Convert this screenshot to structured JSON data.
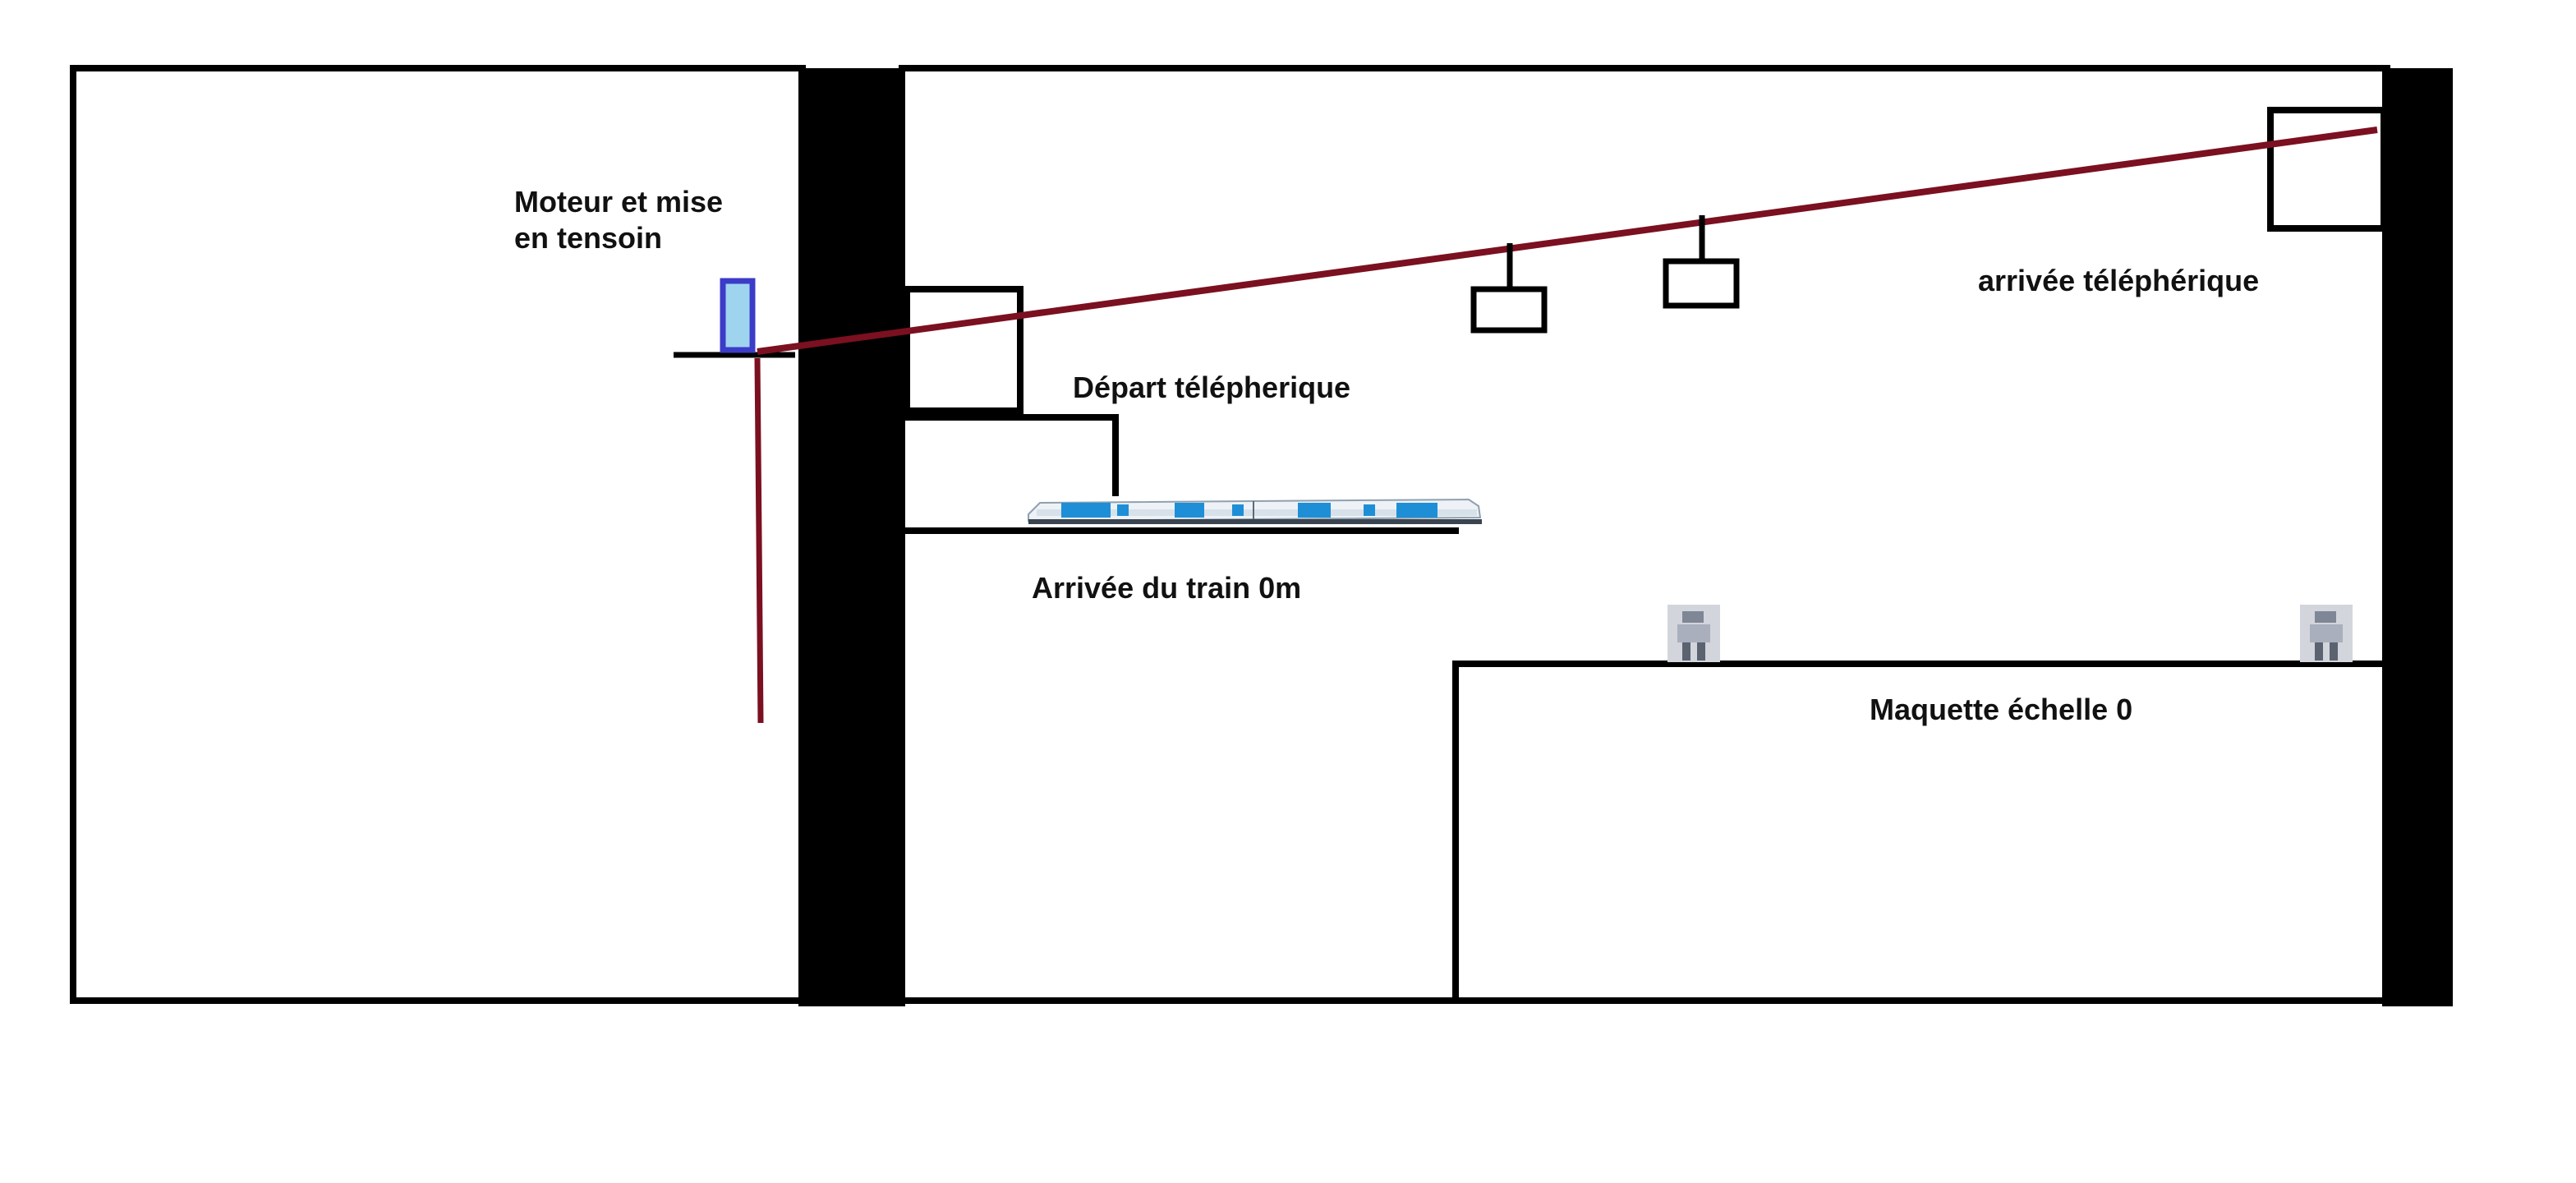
{
  "labels": {
    "motor_line1": "Moteur et mise",
    "motor_line2": "en tensoin",
    "departure": "Départ télépherique",
    "arrival": "arrivée téléphérique",
    "train_arrival": "Arrivée du train 0m",
    "model": "Maquette échelle 0"
  },
  "colors": {
    "cable": "#7b1020",
    "outline": "#000000",
    "motor_fill": "#9fd4ee",
    "motor_border": "#3c3cc8",
    "train_body": "#eef2f6",
    "train_accent": "#1e8fd6",
    "figurine": "#b4b9c4"
  },
  "icons": {
    "motor": "motor-unit-icon",
    "train": "train-icon",
    "figurine": "figurine-icon"
  }
}
